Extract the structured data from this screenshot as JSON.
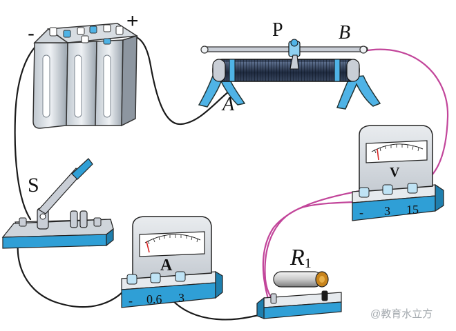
{
  "battery": {
    "minus_label": "-",
    "plus_label": "+"
  },
  "rheostat": {
    "slider_label": "P",
    "end_a_label": "A",
    "end_b_label": "B"
  },
  "switch": {
    "label": "S"
  },
  "ammeter": {
    "label": "A",
    "terminal_labels": [
      "-",
      "0.6",
      "3"
    ]
  },
  "voltmeter": {
    "label": "V",
    "terminal_labels": [
      "-",
      "3",
      "15"
    ]
  },
  "resistor": {
    "label_main": "R",
    "label_sub": "1"
  },
  "watermark": {
    "text": "@教育水立方"
  },
  "colors": {
    "wire_black": "#1a1a1a",
    "wire_pink": "#c2459a",
    "base_blue": "#2f9fd6",
    "metal_gray": "#c9ced6",
    "coil_dark": "#2b3a55",
    "copper": "#c8841c"
  }
}
